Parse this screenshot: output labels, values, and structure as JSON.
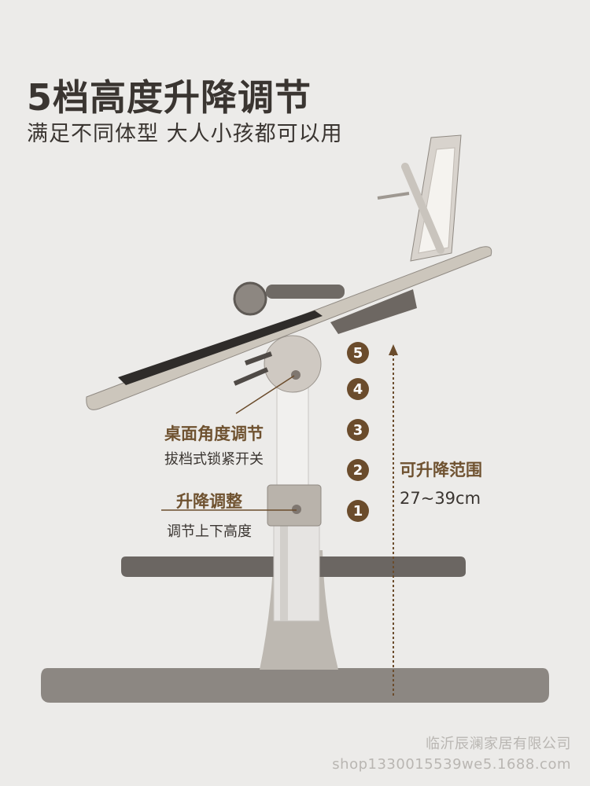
{
  "title": "5档高度升降调节",
  "subtitle": "满足不同体型  大人小孩都可以用",
  "callouts": {
    "angle_main": "桌面角度调节",
    "angle_sub": "拔档式锁紧开关",
    "lift_main": "升降调整",
    "lift_sub": "调节上下高度"
  },
  "levels": [
    "5",
    "4",
    "3",
    "2",
    "1"
  ],
  "range": {
    "label": "可升降范围",
    "value": "27~39cm"
  },
  "watermark": {
    "company": "临沂辰澜家居有限公司",
    "shop": "shop1330015539we5.1688.com"
  },
  "colors": {
    "background": "#ecebe9",
    "accent": "#6b4c2c",
    "text": "#3a3531"
  }
}
